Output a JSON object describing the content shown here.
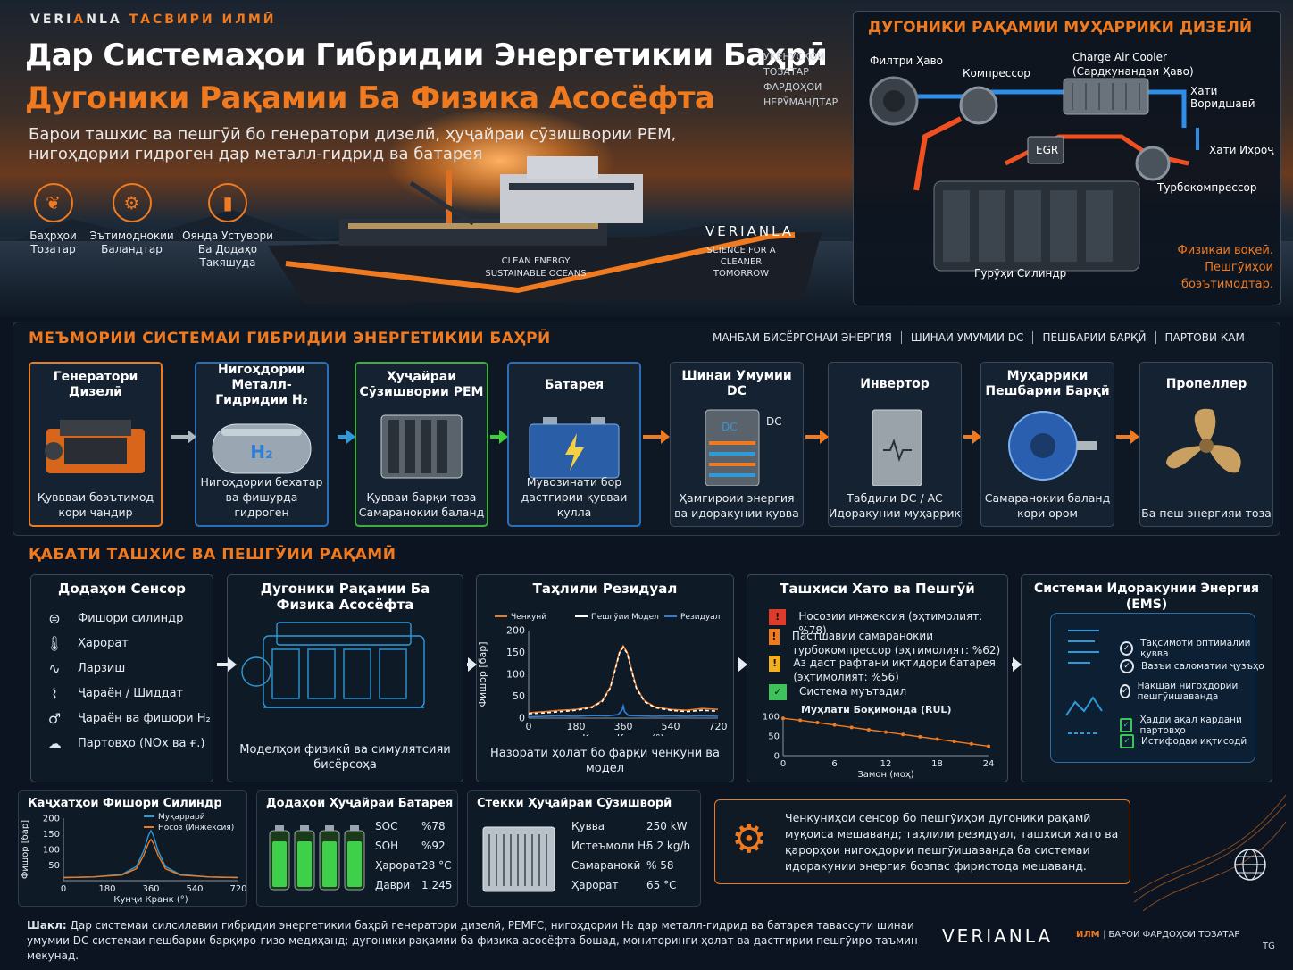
{
  "header": {
    "brand_a": "VERI",
    "brand_b": "A",
    "brand_c": "NLA",
    "brand_suffix": "ТАСВИРИ ИЛМӢ",
    "title_line1": "Дар Системаҳои Гибридии Энергетикии Баҳрӣ",
    "title_line2": "Дугоники Рақамии Ба Физика Асосёфта",
    "subtitle": "Барои ташхис ва пешгӯӣ бо генератори дизелӣ, ҳуҷайраи сӯзишвории PEM, нигоҳдории гидроген дар металл-гидрид ва батарея",
    "side_note": "УҚЁНУСҲОИ ТОЗАТАР ФАРДОҲОИ НЕРӮМАНДТАР",
    "features": [
      {
        "icon": "leaf-icon",
        "glyph": "❦",
        "label": "Баҳрҳои Тозатар"
      },
      {
        "icon": "gear-icon",
        "glyph": "⚙",
        "label": "Эътимоднокии Баландтар"
      },
      {
        "icon": "bar-chart-icon",
        "glyph": "▮",
        "label": "Оянда Устувори Ба Додаҳо Такяшуда"
      }
    ],
    "ship_name": "VERIANLA",
    "ship_tagline": "SCIENCE FOR A CLEANER TOMORROW",
    "ship_side": "CLEAN ENERGY SUSTAINABLE OCEANS"
  },
  "twin": {
    "title": "ДУГОНИКИ РАҚАМИИ МУҲАРРИКИ ДИЗЕЛӢ",
    "air_filter": "Филтри Ҳаво",
    "compressor": "Компрессор",
    "cooler": "Charge Air Cooler",
    "cooler_sub": "(Сардкунандаи Ҳаво)",
    "intake": "Хати Воридшавӣ",
    "egr": "EGR",
    "exhaust": "Хати Ихроҷ",
    "turbo": "Турбокомпрессор",
    "cylinders": "Гурӯҳи Силиндр",
    "note": "Физикаи воқеӣ. Пешгӯиҳои боэътимодтар."
  },
  "architecture": {
    "title": "МЕЪМОРИИ СИСТЕМАИ ГИБРИДИИ ЭНЕРГЕТИКИИ БАҲРӢ",
    "legend": [
      "МАНБАИ БИСЁРГОНАИ ЭНЕРГИЯ",
      "ШИНАИ УМУМИИ DC",
      "ПЕШБАРИИ БАРҚӢ",
      "ПАРТОВИ КАМ"
    ],
    "cards": [
      {
        "title": "Генератори Дизелӣ",
        "caption": "Қуввваи боэътимод кори чандир",
        "accent": "#f07a20"
      },
      {
        "title": "Нигоҳдории Металл-Гидридии H₂",
        "caption": "Нигоҳдории бехатар ва фишурда гидроген",
        "accent": "#2a6fb8",
        "tank_label": "H₂"
      },
      {
        "title": "Ҳуҷайраи Сӯзишвории PEM",
        "caption": "Қувваи барқи тоза Самаранокии баланд",
        "accent": "#3fae3a"
      },
      {
        "title": "Батарея",
        "caption": "Мувозинати бор дастгирии қувваи қулла",
        "accent": "#2a6fb8"
      },
      {
        "title": "Шинаи Умумии DC",
        "caption": "Ҳамгироии энергия ва идоракунии қувва",
        "accent": "#3a4a5c",
        "dc_label": "DC"
      },
      {
        "title": "Инвертор",
        "caption": "Табдили DC / AC Идоракунии муҳаррик",
        "accent": "#3a4a5c"
      },
      {
        "title": "Муҳаррики Пешбарии Барқӣ",
        "caption": "Самаранокии баланд кори ором",
        "accent": "#3a4a5c"
      },
      {
        "title": "Пропеллер",
        "caption": "Ба пеш энергияи тоза",
        "accent": "#3a4a5c"
      }
    ]
  },
  "diagnostics": {
    "title": "ҚАБАТИ ТАШХИС ВА ПЕШГӮИИ РАҚАМӢ",
    "sensors": {
      "title": "Додаҳои Сенсор",
      "items": [
        {
          "icon": "pressure-gauge-icon",
          "glyph": "⊜",
          "label": "Фишори силиндр"
        },
        {
          "icon": "thermometer-icon",
          "glyph": "🌡",
          "label": "Ҳарорат"
        },
        {
          "icon": "vibration-icon",
          "glyph": "∿",
          "label": "Ларзиш"
        },
        {
          "icon": "current-icon",
          "glyph": "⌇",
          "label": "Ҷараён / Шиддат"
        },
        {
          "icon": "h2-flow-icon",
          "glyph": "♂",
          "label": "Ҷараён ва фишори H₂"
        },
        {
          "icon": "emissions-icon",
          "glyph": "☁",
          "label": "Партовҳо (NOx ва ғ.)"
        }
      ]
    },
    "twin_model": {
      "title": "Дугоники Рақамии Ба Физика Асосёфта",
      "caption": "Моделҳои физикӣ ва симулятсияи бисёрсоҳа"
    },
    "residual": {
      "title": "Таҳлили Резидуал",
      "legend": [
        "Ченкунӣ",
        "Пешгӯии Модел",
        "Резидуал"
      ],
      "caption": "Назорати ҳолат бо фарқи ченкунӣ ва модел"
    },
    "faults": {
      "title": "Ташхиси Хато ва Пешгӯӣ",
      "items": [
        {
          "level": "red",
          "label": "Носозии инжексия (эҳтимолият: %78)"
        },
        {
          "level": "orange",
          "label": "Пастшавии самаранокии турбокомпрессор (эҳтимолият: %62)"
        },
        {
          "level": "yellow",
          "label": "Аз даст рафтани иқтидори батарея (эҳтимолият: %56)"
        },
        {
          "level": "green",
          "label": "Система муътадил"
        }
      ]
    },
    "ems": {
      "title": "Системаи Идоракунии Энергия (EMS)",
      "items": [
        {
          "label": "Тақсимоти оптималии қувва",
          "ok": "round"
        },
        {
          "label": "Вазъи саломатии ҷузъҳо",
          "ok": "round"
        },
        {
          "label": "Нақшаи нигоҳдории пешгӯишаванда",
          "ok": "round"
        },
        {
          "label": "Ҳадди ақал кардани партовҳо",
          "ok": "square"
        },
        {
          "label": "Истифодаи иқтисодӣ",
          "ok": "square"
        }
      ]
    }
  },
  "bottom": {
    "cyl_title": "Каҷхатҳои Фишори Силиндр",
    "cyl_legend": [
      "Муқаррарӣ",
      "Носоз (Инжексия)"
    ],
    "battery_title": "Додаҳои Ҳуҷайраи Батарея",
    "battery": [
      {
        "k": "SOC",
        "v": "%78"
      },
      {
        "k": "SOH",
        "v": "%92"
      },
      {
        "k": "Ҳарорат",
        "v": "28 °C"
      },
      {
        "k": "Даври",
        "v": "1.245"
      }
    ],
    "fc_title": "Стекки Ҳуҷайраи Сӯзишворӣ",
    "fc": [
      {
        "k": "Қувва",
        "v": "250 kW"
      },
      {
        "k": "Истеъмоли H₂",
        "v": "5.2 kg/h"
      },
      {
        "k": "Самаранокӣ",
        "v": "% 58"
      },
      {
        "k": "Ҳарорат",
        "v": "65 °C"
      }
    ],
    "summary": "Ченкуниҳои сенсор бо пешгӯиҳои дугоники рақамӣ муқоиса мешаванд; таҳлили резидуал, ташхиси хато ва қарорҳои нигоҳдории пешгӯишаванда ба системаи идоракунии энергия бозпас фиристода мешаванд."
  },
  "footer": {
    "caption_label": "Шакл:",
    "caption": "Дар системаи силсилавии гибридии энергетикии баҳрӣ генератори дизелӣ, PEMFC, нигоҳдории H₂ дар металл-гидрид ва батарея тавассути шинаи умумии DC системаи пешбарии барқиро ғизо медиҳанд; дугоники рақамии ба физика асосёфта бошад, мониторинги ҳолат ва дастгирии пешгӯиро таъмин мекунад.",
    "logo": "VERIANLA",
    "tag_a": "ИЛМ",
    "tag_b": "БАРОИ ФАРДОҲОИ ТОЗАТАР",
    "lang": "TG"
  },
  "chart_data": [
    {
      "type": "line",
      "title": "Таҳлили Резидуал",
      "xlabel": "Кунҷи Кранк (°)",
      "ylabel": "Фишор [бар]",
      "xlim": [
        0,
        720
      ],
      "ylim": [
        0,
        200
      ],
      "xticks": [
        0,
        180,
        360,
        540,
        720
      ],
      "yticks": [
        0,
        50,
        100,
        150,
        200
      ],
      "series": [
        {
          "name": "Ченкунӣ",
          "color": "#f07a20",
          "x": [
            0,
            60,
            120,
            180,
            240,
            280,
            310,
            330,
            345,
            360,
            375,
            390,
            410,
            440,
            480,
            540,
            600,
            660,
            720
          ],
          "y": [
            12,
            15,
            18,
            20,
            26,
            40,
            70,
            115,
            150,
            165,
            150,
            115,
            70,
            40,
            26,
            20,
            18,
            22,
            20
          ]
        },
        {
          "name": "Пешгӯии Модел",
          "color": "#ffffff",
          "x": [
            0,
            60,
            120,
            180,
            240,
            280,
            310,
            330,
            345,
            360,
            375,
            390,
            410,
            440,
            480,
            540,
            600,
            660,
            720
          ],
          "y": [
            10,
            12,
            15,
            18,
            24,
            38,
            68,
            112,
            148,
            162,
            148,
            112,
            68,
            38,
            24,
            18,
            15,
            18,
            16
          ]
        },
        {
          "name": "Резидуал",
          "color": "#2f7fd8",
          "x": [
            0,
            60,
            120,
            180,
            240,
            300,
            340,
            355,
            360,
            365,
            380,
            420,
            480,
            540,
            600,
            660,
            720
          ],
          "y": [
            3,
            4,
            5,
            4,
            6,
            5,
            8,
            18,
            28,
            15,
            6,
            5,
            4,
            5,
            4,
            5,
            4
          ]
        }
      ]
    },
    {
      "type": "line",
      "title": "Муҳлати Боқимонда (RUL)",
      "xlabel": "Замон (моҳ)",
      "ylabel": "",
      "xlim": [
        0,
        24
      ],
      "ylim": [
        0,
        100
      ],
      "xticks": [
        0,
        6,
        12,
        18,
        24
      ],
      "yticks": [
        0,
        50,
        100
      ],
      "series": [
        {
          "name": "RUL",
          "color": "#f07a20",
          "x": [
            0,
            2,
            4,
            6,
            8,
            10,
            12,
            14,
            16,
            18,
            20,
            22,
            24
          ],
          "y": [
            95,
            90,
            84,
            78,
            72,
            66,
            60,
            54,
            48,
            42,
            36,
            30,
            24
          ]
        }
      ]
    },
    {
      "type": "line",
      "title": "Каҷхатҳои Фишори Силиндр",
      "xlabel": "Кунҷи Кранк (°)",
      "ylabel": "Фишор [бар]",
      "xlim": [
        0,
        720
      ],
      "ylim": [
        0,
        200
      ],
      "xticks": [
        0,
        180,
        360,
        540,
        720
      ],
      "yticks": [
        50,
        100,
        150,
        200
      ],
      "series": [
        {
          "name": "Муқаррарӣ",
          "color": "#2f9ad8",
          "x": [
            0,
            120,
            240,
            300,
            330,
            350,
            360,
            370,
            390,
            420,
            480,
            600,
            720
          ],
          "y": [
            10,
            12,
            20,
            45,
            95,
            145,
            160,
            145,
            95,
            45,
            20,
            12,
            10
          ]
        },
        {
          "name": "Носоз (Инжексия)",
          "color": "#f07a20",
          "x": [
            0,
            120,
            240,
            300,
            330,
            350,
            360,
            370,
            390,
            420,
            480,
            600,
            720
          ],
          "y": [
            10,
            12,
            18,
            38,
            80,
            120,
            132,
            120,
            80,
            38,
            18,
            12,
            10
          ]
        }
      ]
    }
  ]
}
